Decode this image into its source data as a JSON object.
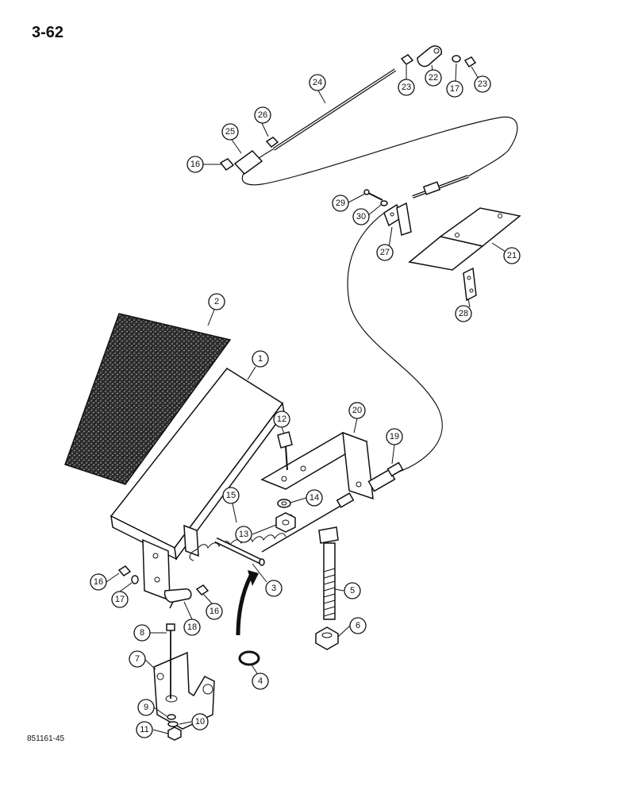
{
  "page_number": "3-62",
  "figure_code": "851161-45",
  "callouts": [
    {
      "id": "callout-1",
      "label": "1"
    },
    {
      "id": "callout-2",
      "label": "2"
    },
    {
      "id": "callout-3",
      "label": "3"
    },
    {
      "id": "callout-4",
      "label": "4"
    },
    {
      "id": "callout-5",
      "label": "5"
    },
    {
      "id": "callout-6",
      "label": "6"
    },
    {
      "id": "callout-7",
      "label": "7"
    },
    {
      "id": "callout-8",
      "label": "8"
    },
    {
      "id": "callout-9",
      "label": "9"
    },
    {
      "id": "callout-10",
      "label": "10"
    },
    {
      "id": "callout-11",
      "label": "11"
    },
    {
      "id": "callout-12",
      "label": "12"
    },
    {
      "id": "callout-13",
      "label": "13"
    },
    {
      "id": "callout-14",
      "label": "14"
    },
    {
      "id": "callout-15",
      "label": "15"
    },
    {
      "id": "callout-16-a",
      "label": "16"
    },
    {
      "id": "callout-16-b",
      "label": "16"
    },
    {
      "id": "callout-16-c",
      "label": "16"
    },
    {
      "id": "callout-17-a",
      "label": "17"
    },
    {
      "id": "callout-17-b",
      "label": "17"
    },
    {
      "id": "callout-18",
      "label": "18"
    },
    {
      "id": "callout-19",
      "label": "19"
    },
    {
      "id": "callout-20",
      "label": "20"
    },
    {
      "id": "callout-21",
      "label": "21"
    },
    {
      "id": "callout-22",
      "label": "22"
    },
    {
      "id": "callout-23-a",
      "label": "23"
    },
    {
      "id": "callout-23-b",
      "label": "23"
    },
    {
      "id": "callout-24",
      "label": "24"
    },
    {
      "id": "callout-25",
      "label": "25"
    },
    {
      "id": "callout-26",
      "label": "26"
    },
    {
      "id": "callout-27",
      "label": "27"
    },
    {
      "id": "callout-28",
      "label": "28"
    },
    {
      "id": "callout-29",
      "label": "29"
    },
    {
      "id": "callout-30",
      "label": "30"
    }
  ]
}
